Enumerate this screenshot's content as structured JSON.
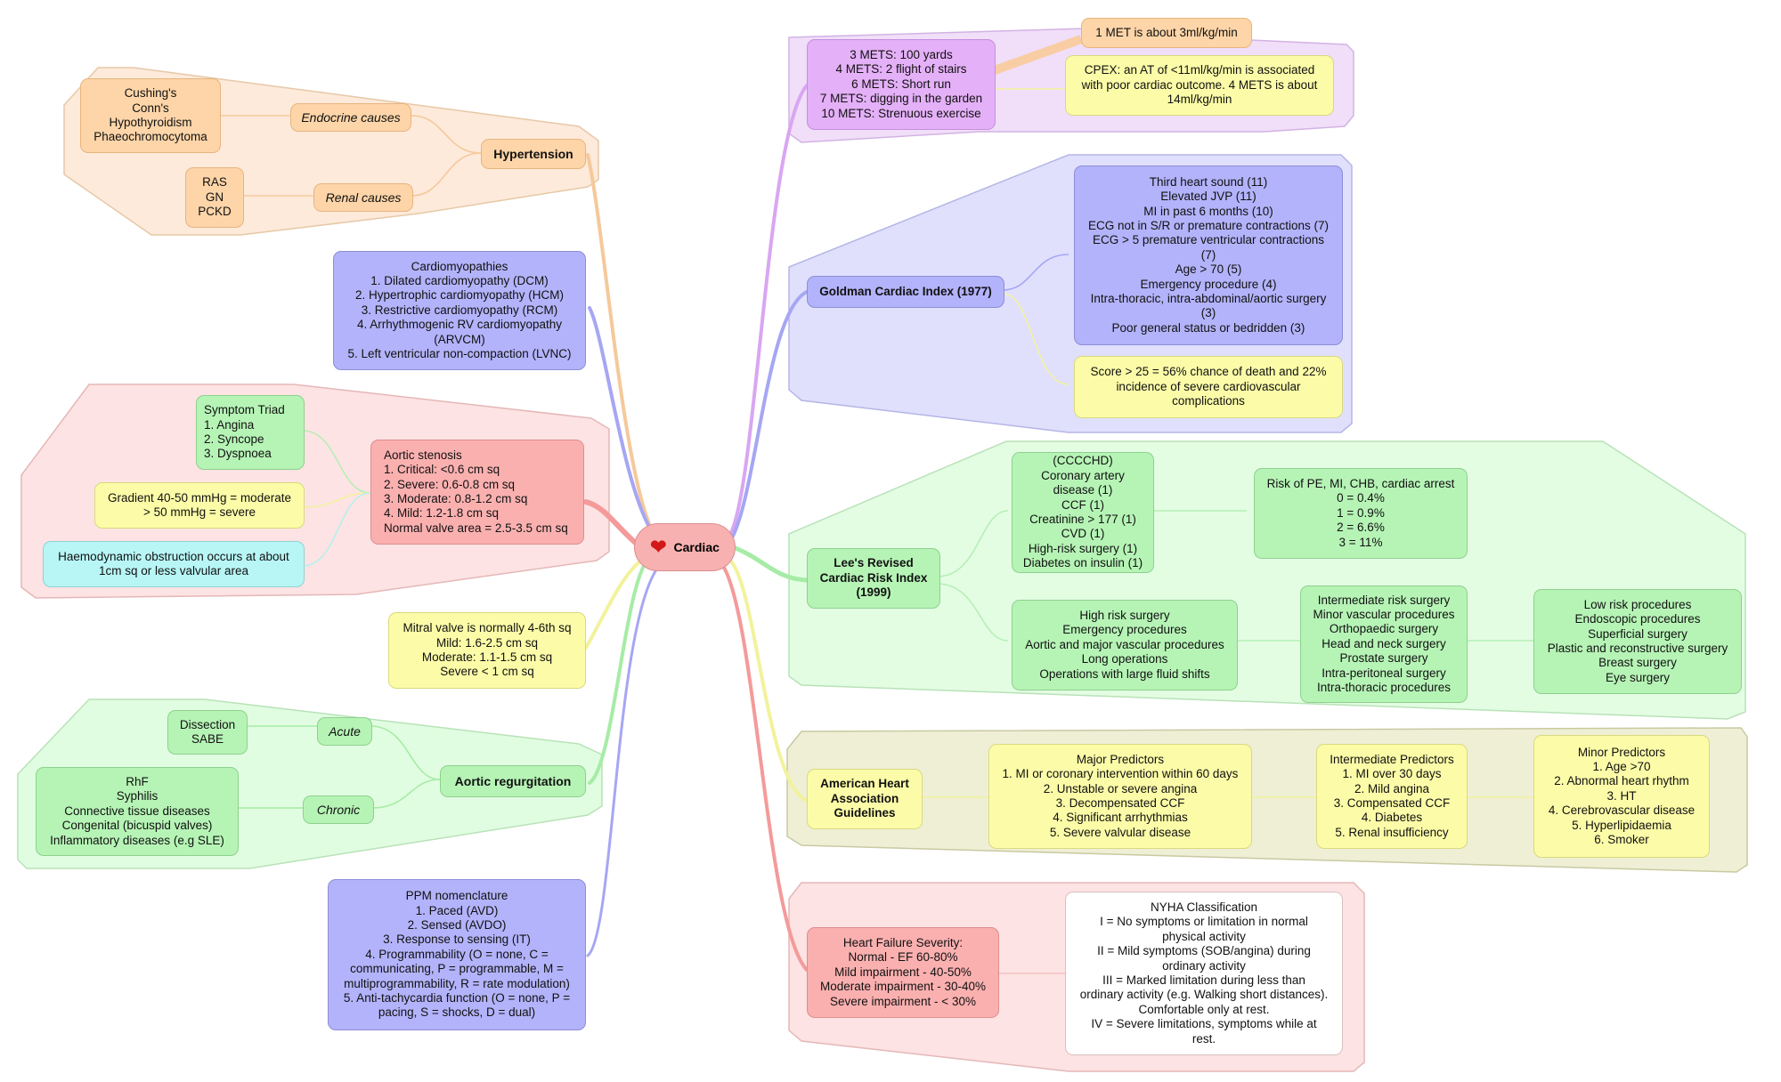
{
  "center": {
    "label": "Cardiac",
    "icon": "heart-icon"
  },
  "colors": {
    "orange": "#fdd5a8",
    "purple": "#b3b3fb",
    "violet": "#e4b0f7",
    "red": "#fbb0b0",
    "green": "#b6f4b6",
    "yellow": "#fcfca8",
    "cyan": "#b8f6f6"
  },
  "hypertension": {
    "title": "Hypertension",
    "endocrine_label": "Endocrine causes",
    "endocrine_items": [
      "Cushing's",
      "Conn's",
      "Hypothyroidism",
      "Phaeochromocytoma"
    ],
    "renal_label": "Renal causes",
    "renal_items": [
      "RAS",
      "GN",
      "PCKD"
    ]
  },
  "cardiomyopathies": {
    "lines": [
      "Cardiomyopathies",
      "1. Dilated cardiomyopathy (DCM)",
      "2. Hypertrophic cardiomyopathy (HCM)",
      "3. Restrictive cardiomyopathy (RCM)",
      "4. Arrhythmogenic RV cardiomyopathy",
      "(ARVCM)",
      "5. Left ventricular non-compaction (LVNC)"
    ]
  },
  "aortic_stenosis": {
    "lines": [
      "Aortic stenosis",
      "1. Critical: <0.6 cm sq",
      "2. Severe: 0.6-0.8 cm sq",
      "3. Moderate: 0.8-1.2 cm sq",
      "4. Mild: 1.2-1.8 cm sq",
      "Normal valve area = 2.5-3.5 cm sq"
    ],
    "symptom_triad": [
      "Symptom Triad",
      "1. Angina",
      "2. Syncope",
      "3. Dyspnoea"
    ],
    "gradient": [
      "Gradient 40-50 mmHg = moderate",
      "> 50 mmHg = severe"
    ],
    "obstruction": [
      "Haemodynamic obstruction occurs at about",
      "1cm sq or less valvular area"
    ]
  },
  "mitral": {
    "lines": [
      "Mitral valve is normally 4-6th sq",
      "Mild: 1.6-2.5 cm sq",
      "Moderate: 1.1-1.5 cm sq",
      "Severe < 1 cm sq"
    ]
  },
  "aortic_regurgitation": {
    "title": "Aortic regurgitation",
    "acute_label": "Acute",
    "acute_items": [
      "Dissection",
      "SABE"
    ],
    "chronic_label": "Chronic",
    "chronic_items": [
      "RhF",
      "Syphilis",
      "Connective tissue diseases",
      "Congenital (bicuspid valves)",
      "Inflammatory diseases (e.g SLE)"
    ]
  },
  "ppm": {
    "lines": [
      "PPM nomenclature",
      "1. Paced (AVD)",
      "2. Sensed (AVDO)",
      "3. Response to sensing (IT)",
      "4. Programmability (O = none, C =",
      "communicating, P = programmable, M =",
      "multiprogrammability, R = rate modulation)",
      "5. Anti-tachycardia function (O = none, P =",
      "pacing, S = shocks, D = dual)"
    ]
  },
  "mets": {
    "lines": [
      "3 METS: 100 yards",
      "4 METS: 2 flight of stairs",
      "6 METS: Short run",
      "7 METS: digging in the garden",
      "10 METS: Strenuous exercise"
    ],
    "met_note": "1 MET is about 3ml/kg/min",
    "cpex": [
      "CPEX: an AT of <11ml/kg/min is associated",
      "with poor cardiac outcome. 4 METS is about",
      "14ml/kg/min"
    ]
  },
  "goldman": {
    "title": "Goldman Cardiac Index (1977)",
    "items": [
      "Third heart sound (11)",
      "Elevated JVP (11)",
      "MI in past 6 months (10)",
      "ECG not in S/R or premature contractions (7)",
      "ECG > 5 premature ventricular contractions",
      "(7)",
      "Age > 70 (5)",
      "Emergency procedure (4)",
      "Intra-thoracic, intra-abdominal/aortic surgery",
      "(3)",
      "Poor general status or bedridden (3)"
    ],
    "score": [
      "Score > 25 = 56% chance of death and 22%",
      "incidence of severe cardiovascular",
      "complications"
    ]
  },
  "lee": {
    "title": [
      "Lee's Revised",
      "Cardiac Risk Index",
      "(1999)"
    ],
    "criteria": [
      "(CCCCHD)",
      "Coronary artery disease (1)",
      "CCF (1)",
      "Creatinine > 177 (1)",
      "CVD (1)",
      "High-risk surgery (1)",
      "Diabetes on insulin (1)"
    ],
    "risk": [
      "Risk of PE, MI, CHB, cardiac arrest",
      "0 = 0.4%",
      "1 = 0.9%",
      "2 = 6.6%",
      "3 = 11%"
    ],
    "high_risk": [
      "High risk surgery",
      "Emergency procedures",
      "Aortic and major vascular procedures",
      "Long operations",
      "Operations with large fluid shifts"
    ],
    "intermediate_risk": [
      "Intermediate risk surgery",
      "Minor vascular procedures",
      "Orthopaedic surgery",
      "Head and neck surgery",
      "Prostate surgery",
      "Intra-peritoneal surgery",
      "Intra-thoracic procedures"
    ],
    "low_risk": [
      "Low risk procedures",
      "Endoscopic procedures",
      "Superficial surgery",
      "Plastic and reconstructive surgery",
      "Breast surgery",
      "Eye surgery"
    ]
  },
  "aha": {
    "title": [
      "American Heart",
      "Association",
      "Guidelines"
    ],
    "major": [
      "Major Predictors",
      "1. MI or coronary intervention within 60 days",
      "2. Unstable or severe angina",
      "3. Decompensated CCF",
      "4. Significant arrhythmias",
      "5. Severe valvular disease"
    ],
    "intermediate": [
      "Intermediate Predictors",
      "1. MI over 30 days",
      "2. Mild angina",
      "3. Compensated CCF",
      "4. Diabetes",
      "5. Renal insufficiency"
    ],
    "minor": [
      "Minor Predictors",
      "1. Age >70",
      "2. Abnormal heart rhythm",
      "3. HT",
      "4. Cerebrovascular disease",
      "5. Hyperlipidaemia",
      "6. Smoker"
    ]
  },
  "heart_failure": {
    "severity": [
      "Heart Failure Severity:",
      "Normal - EF 60-80%",
      "Mild impairment - 40-50%",
      "Moderate impairment - 30-40%",
      "Severe impairment - < 30%"
    ],
    "nyha": [
      "NYHA Classification",
      "I = No symptoms or limitation in normal",
      "physical activity",
      "II = Mild symptoms (SOB/angina) during",
      "ordinary activity",
      "III = Marked limitation during less than",
      "ordinary activity (e.g. Walking short distances).",
      "Comfortable only at rest.",
      "IV = Severe limitations, symptoms while at",
      "rest."
    ]
  }
}
